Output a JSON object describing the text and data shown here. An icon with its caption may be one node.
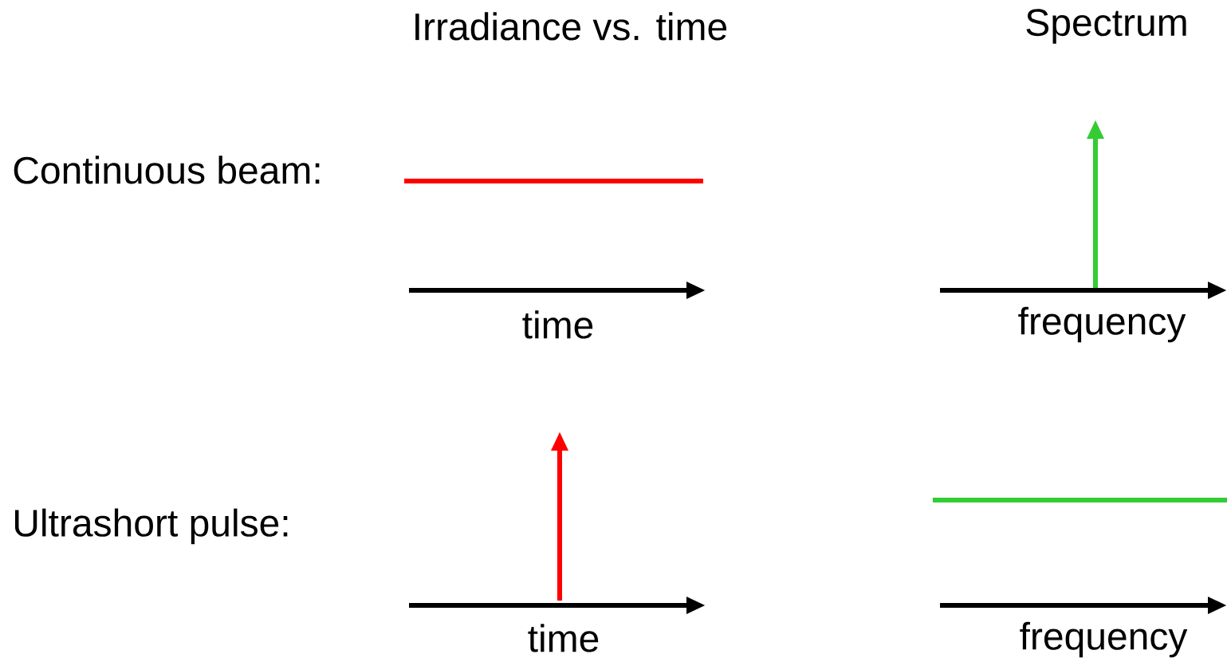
{
  "diagram": {
    "labels": [
      "Irradiance vs. time",
      "Spectrum",
      "Continuous beam:",
      "time",
      "frequency",
      "Ultrashort pulse:",
      "time",
      "frequency"
    ]
  }
}
